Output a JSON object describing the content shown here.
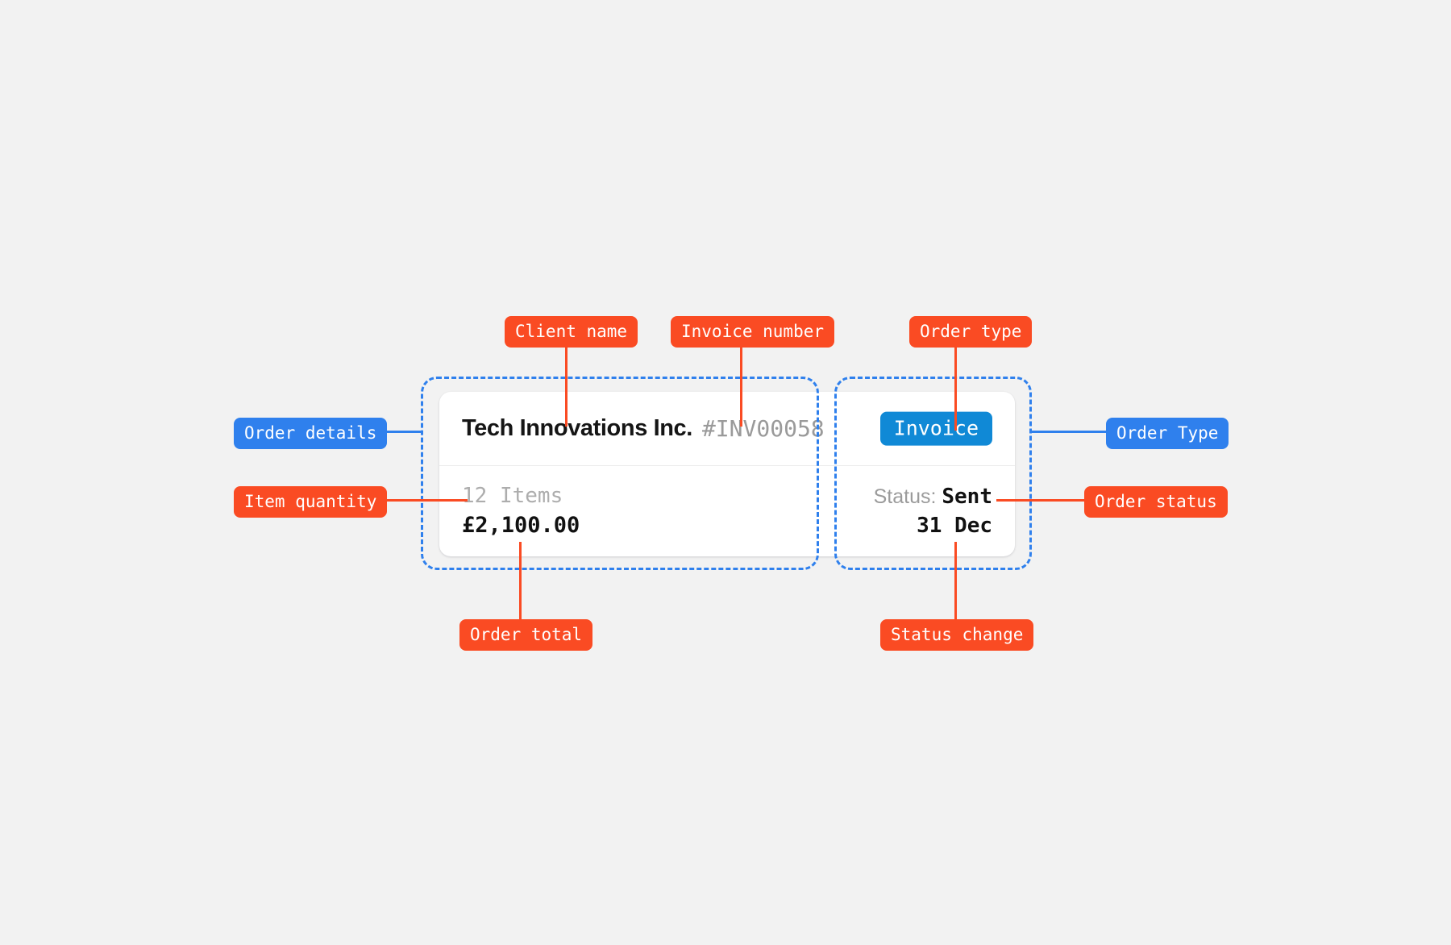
{
  "canvas": {
    "background": "#f2f2f2",
    "accent_orange": "#fa4b23",
    "accent_blue": "#2f80ed",
    "badge_blue": "#1089d6"
  },
  "card": {
    "client_name": "Tech Innovations Inc.",
    "invoice_number": "#INV00058",
    "order_type_badge": "Invoice",
    "item_quantity": "12 Items",
    "order_total": "£2,100.00",
    "status_label": "Status:",
    "status_value": "Sent",
    "status_date": "31 Dec"
  },
  "annotations": {
    "order_details": "Order details",
    "item_quantity": "Item quantity",
    "client_name": "Client name",
    "invoice_number": "Invoice number",
    "order_type_top": "Order type",
    "order_type_right": "Order Type",
    "order_status": "Order status",
    "order_total": "Order total",
    "status_change": "Status change"
  }
}
